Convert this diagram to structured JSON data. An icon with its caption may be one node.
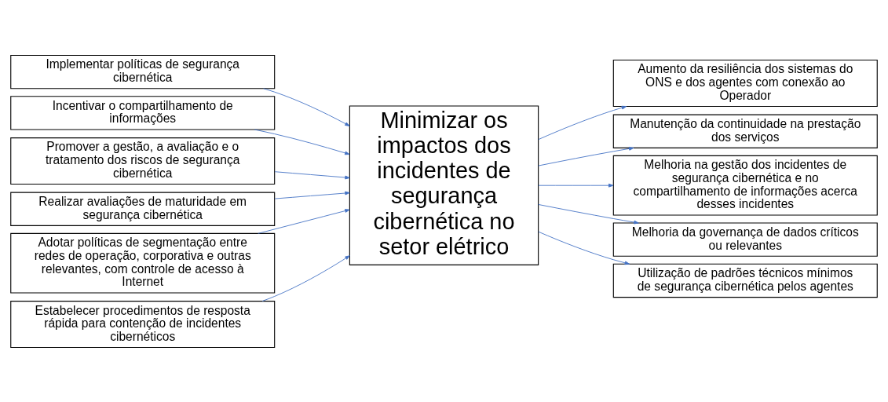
{
  "diagram": {
    "nodes": [
      {
        "text": [
          "Implementar políticas de segurança cibernética"
        ]
      },
      {
        "text": [
          "Incentivar o compartilhamento de informações"
        ]
      },
      {
        "text": [
          "Promover a gestão, a avaliação e o tratamento dos riscos de segurança cibernética"
        ]
      },
      {
        "text": [
          "Realizar avaliações de maturidade em segurança cibernética"
        ]
      },
      {
        "text": [
          "Adotar políticas de segmentação entre redes de operação, corporativa e outras relevantes, com controle de acesso à Internet"
        ]
      },
      {
        "text": [
          "Estabelecer procedimentos de resposta rápida para contenção de incidentes cibernéticos"
        ]
      },
      {
        "text": [
          "Minimizar os impactos dos incidentes de segurança cibernética no setor elétrico"
        ]
      },
      {
        "text": [
          "Aumento da resiliência dos sistemas do ONS e dos agentes com conexão ao Operador"
        ]
      },
      {
        "text": [
          "Manutenção da continuidade na prestação dos serviços"
        ]
      },
      {
        "text": [
          "Melhoria na gestão dos incidentes de segurança cibernética e no compartilhamento de informações acerca desses incidentes"
        ]
      },
      {
        "text": [
          "Melhoria da governança de dados críticos ou relevantes"
        ]
      },
      {
        "text": [
          "Utilização de padrões técnicos mínimos de segurança cibernética pelos agentes"
        ]
      }
    ],
    "edges": [
      {
        "from": 0,
        "to": 6,
        "arrow": "to"
      },
      {
        "from": 1,
        "to": 6,
        "arrow": "to"
      },
      {
        "from": 2,
        "to": 6,
        "arrow": "to"
      },
      {
        "from": 3,
        "to": 6,
        "arrow": "to"
      },
      {
        "from": 4,
        "to": 6,
        "arrow": "to"
      },
      {
        "from": 5,
        "to": 6,
        "arrow": "to"
      },
      {
        "from": 6,
        "to": 7,
        "arrow": "to"
      },
      {
        "from": 6,
        "to": 8,
        "arrow": "to"
      },
      {
        "from": 6,
        "to": 9,
        "arrow": "to"
      },
      {
        "from": 6,
        "to": 10,
        "arrow": "to"
      },
      {
        "from": 6,
        "to": 11,
        "arrow": "to"
      }
    ]
  }
}
